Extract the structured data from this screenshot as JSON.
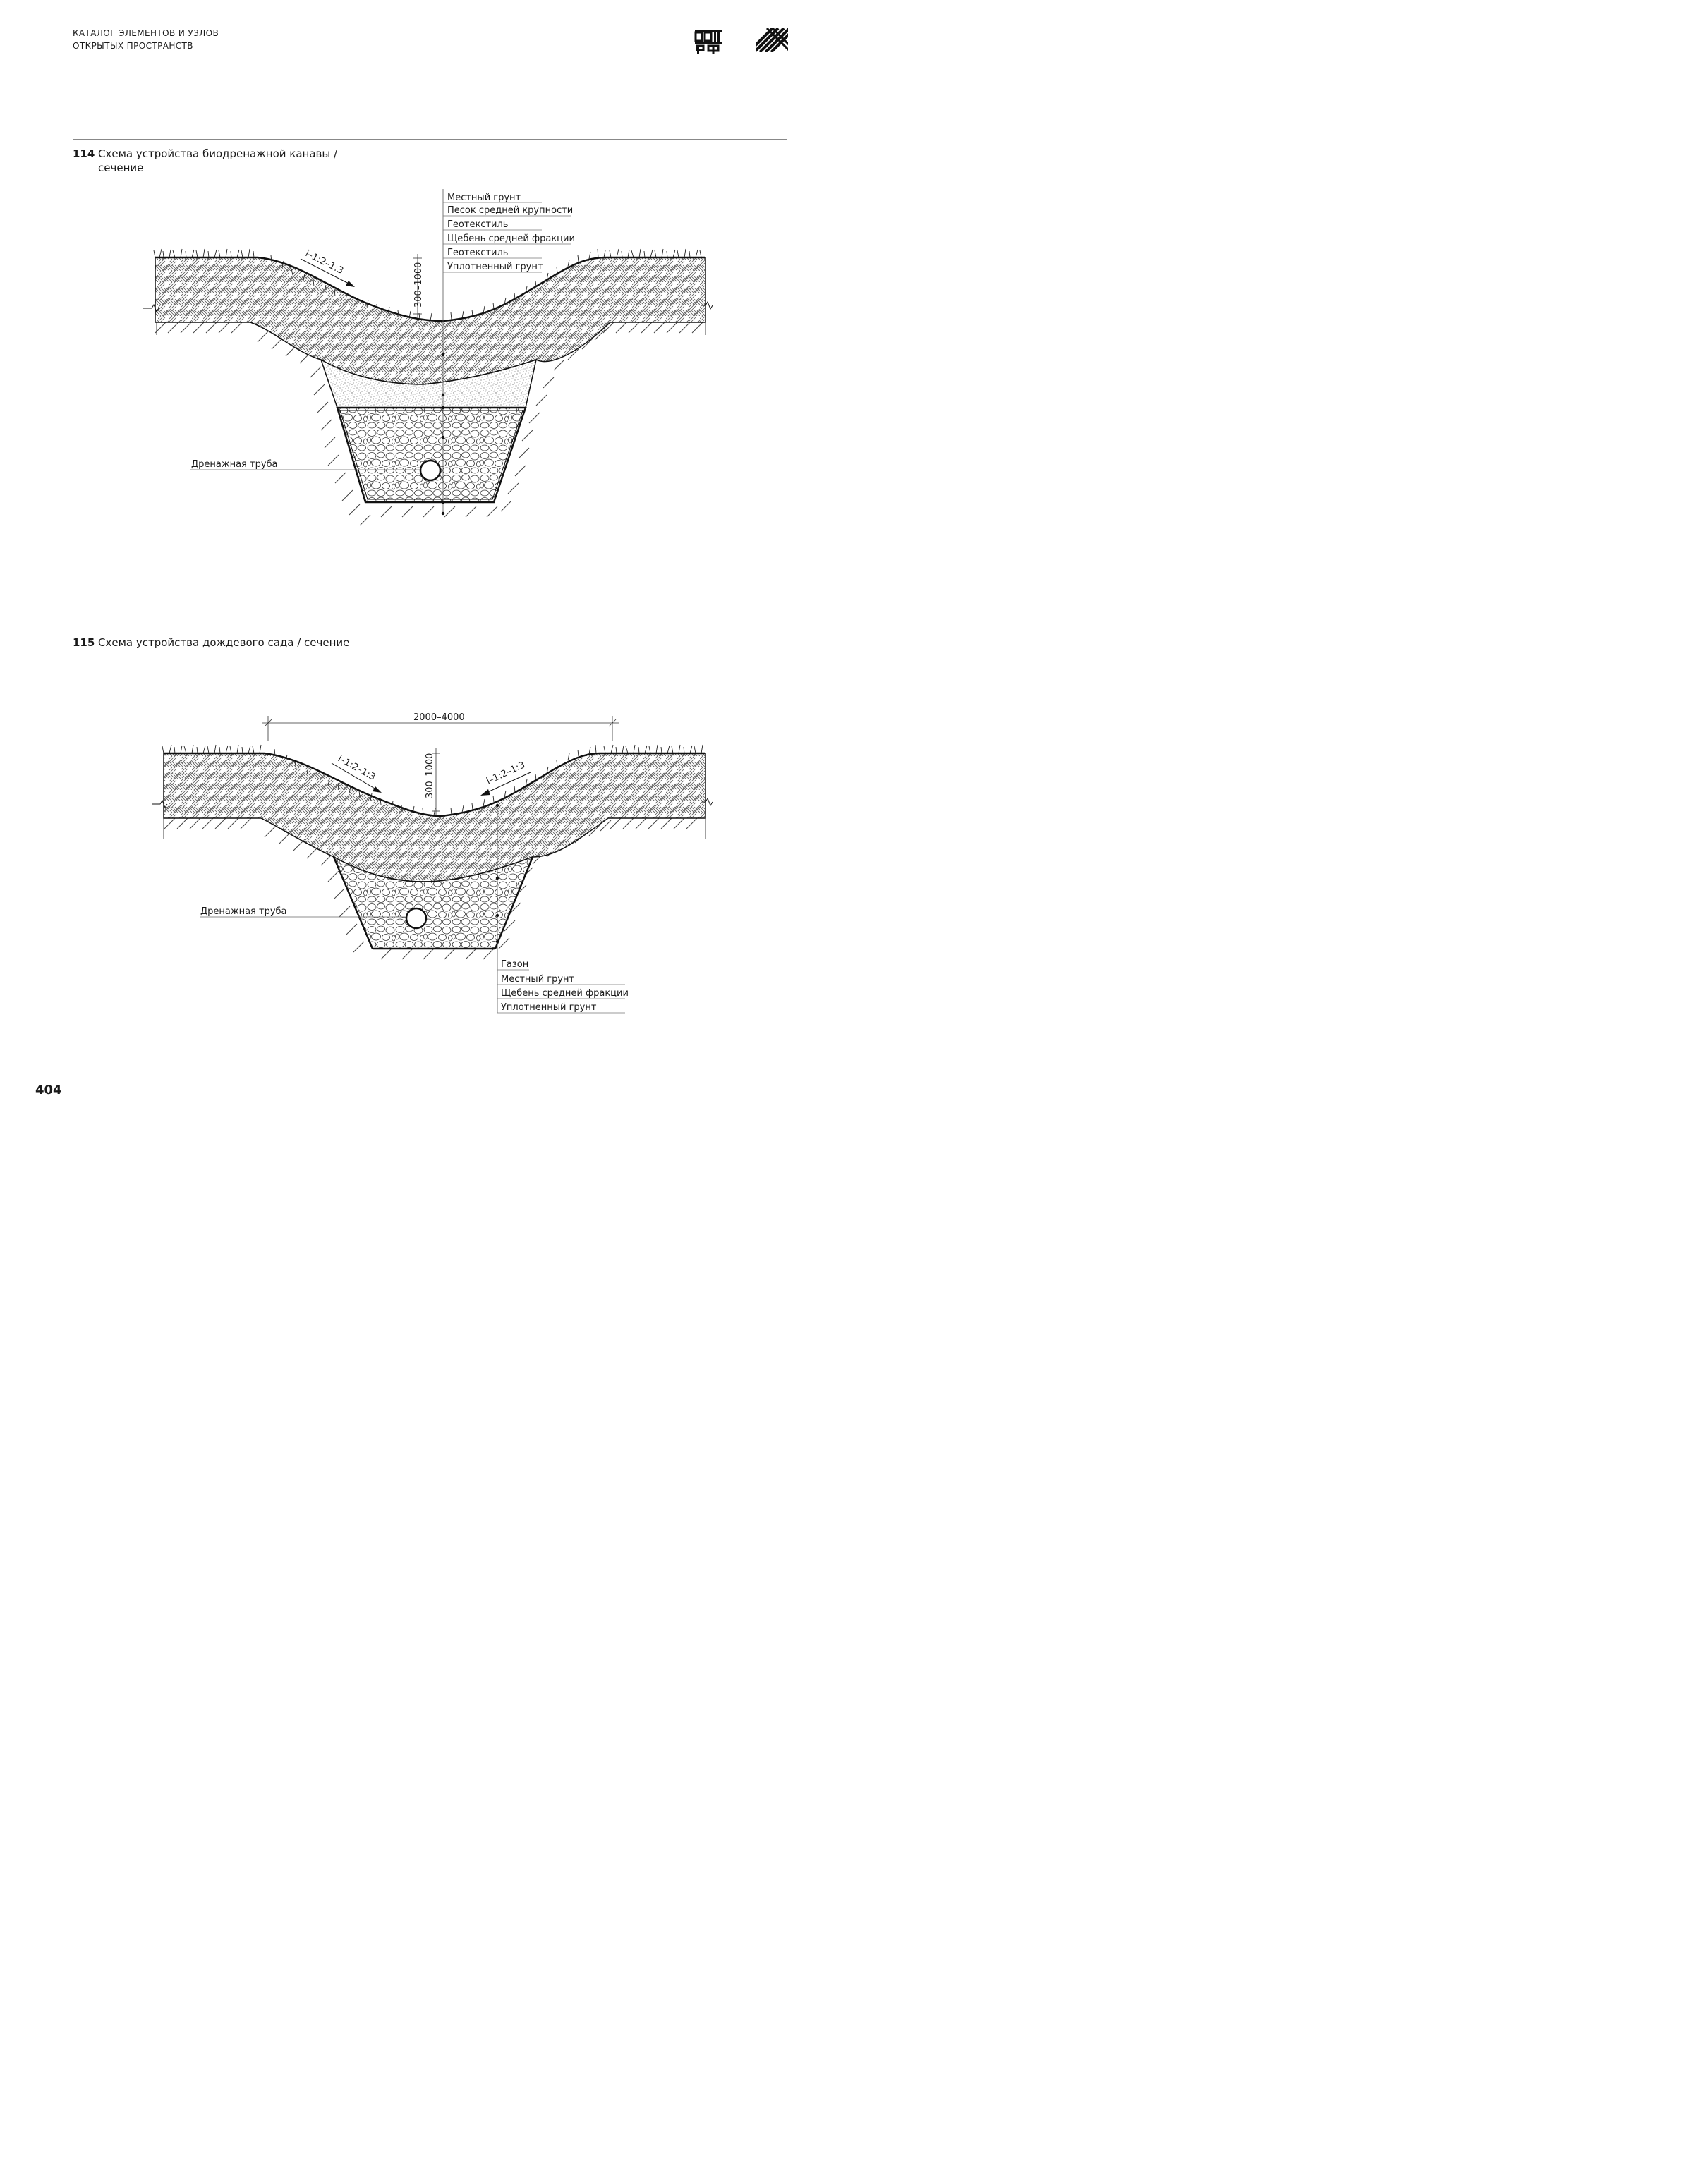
{
  "header": {
    "line1": "КАТАЛОГ ЭЛЕМЕНТОВ И УЗЛОВ",
    "line2": "ОТКРЫТЫХ ПРОСТРАНСТВ"
  },
  "logos": [
    "dom-rf-logo",
    "pattern-logo"
  ],
  "figures": [
    {
      "number": "114",
      "title_line1": "Схема устройства биодренажной канавы /",
      "title_line2": "сечение",
      "layers": [
        "Местный грунт",
        "Песок средней крупности",
        "Геотекстиль",
        "Щебень средней фракции",
        "Геотекстиль",
        "Уплотненный грунт"
      ],
      "slope_label": "i–1:2–1:3",
      "depth_label": "300–1000",
      "pipe_label": "Дренажная труба"
    },
    {
      "number": "115",
      "title_line1": "Схема устройства дождевого сада / сечение",
      "width_label": "2000–4000",
      "slope_left": "i–1:2–1:3",
      "slope_right": "i–1:2–1:3",
      "depth_label": "300–1000",
      "pipe_label": "Дренажная труба",
      "layers": [
        "Газон",
        "Местный грунт",
        "Щебень средней фракции",
        "Уплотненный грунт"
      ]
    }
  ],
  "page_number": "404"
}
